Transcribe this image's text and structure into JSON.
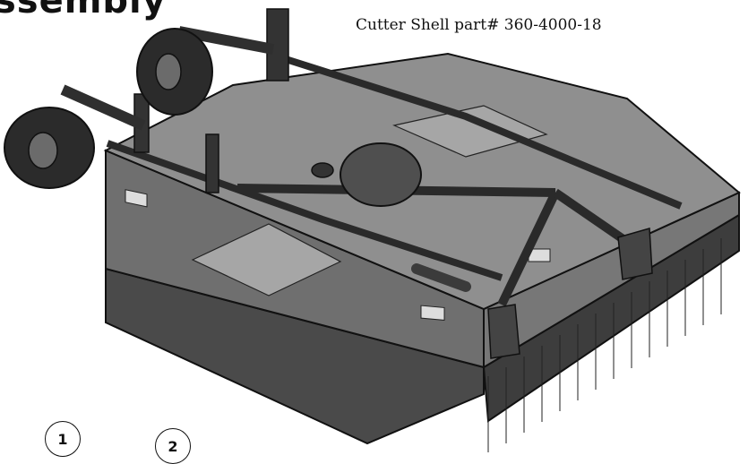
{
  "title_fragment": "ssembly",
  "caption": "Cutter Shell part# 360-4000-18",
  "callouts": [
    "1",
    "2"
  ],
  "colors": {
    "deck": "#8f8f8f",
    "deck_side": "#5e5e5e",
    "frame": "#3a3a3a",
    "tire": "#2b2b2b",
    "outline": "#111111"
  }
}
